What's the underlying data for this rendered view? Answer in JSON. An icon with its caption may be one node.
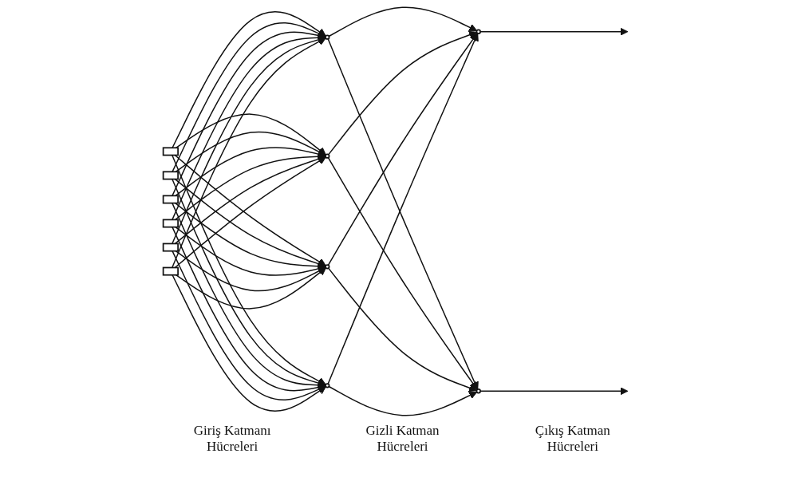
{
  "diagram": {
    "nodes": [
      {
        "text": [],
        "shape": "box"
      },
      {
        "text": [],
        "shape": "box"
      },
      {
        "text": [],
        "shape": "box"
      },
      {
        "text": [],
        "shape": "box"
      },
      {
        "text": [],
        "shape": "box"
      },
      {
        "text": [],
        "shape": "box"
      },
      {
        "text": [],
        "shape": "circle"
      },
      {
        "text": [],
        "shape": "circle"
      },
      {
        "text": [],
        "shape": "circle"
      },
      {
        "text": [],
        "shape": "circle"
      },
      {
        "text": [],
        "shape": "circle"
      },
      {
        "text": [],
        "shape": "circle"
      }
    ],
    "edges": [
      {
        "from": 0,
        "to": 6,
        "arrow": "to"
      },
      {
        "from": 0,
        "to": 7,
        "arrow": "to"
      },
      {
        "from": 0,
        "to": 8,
        "arrow": "to"
      },
      {
        "from": 0,
        "to": 9,
        "arrow": "to"
      },
      {
        "from": 1,
        "to": 6,
        "arrow": "to"
      },
      {
        "from": 1,
        "to": 7,
        "arrow": "to"
      },
      {
        "from": 1,
        "to": 8,
        "arrow": "to"
      },
      {
        "from": 1,
        "to": 9,
        "arrow": "to"
      },
      {
        "from": 2,
        "to": 6,
        "arrow": "to"
      },
      {
        "from": 2,
        "to": 7,
        "arrow": "to"
      },
      {
        "from": 2,
        "to": 8,
        "arrow": "to"
      },
      {
        "from": 2,
        "to": 9,
        "arrow": "to"
      },
      {
        "from": 3,
        "to": 6,
        "arrow": "to"
      },
      {
        "from": 3,
        "to": 7,
        "arrow": "to"
      },
      {
        "from": 3,
        "to": 8,
        "arrow": "to"
      },
      {
        "from": 3,
        "to": 9,
        "arrow": "to"
      },
      {
        "from": 4,
        "to": 6,
        "arrow": "to"
      },
      {
        "from": 4,
        "to": 7,
        "arrow": "to"
      },
      {
        "from": 4,
        "to": 8,
        "arrow": "to"
      },
      {
        "from": 4,
        "to": 9,
        "arrow": "to"
      },
      {
        "from": 5,
        "to": 6,
        "arrow": "to"
      },
      {
        "from": 5,
        "to": 7,
        "arrow": "to"
      },
      {
        "from": 5,
        "to": 8,
        "arrow": "to"
      },
      {
        "from": 5,
        "to": 9,
        "arrow": "to"
      },
      {
        "from": 6,
        "to": 10,
        "arrow": "to"
      },
      {
        "from": 6,
        "to": 11,
        "arrow": "to"
      },
      {
        "from": 7,
        "to": 10,
        "arrow": "to"
      },
      {
        "from": 7,
        "to": 11,
        "arrow": "to"
      },
      {
        "from": 8,
        "to": 10,
        "arrow": "to"
      },
      {
        "from": 8,
        "to": 11,
        "arrow": "to"
      },
      {
        "from": 9,
        "to": 10,
        "arrow": "to"
      },
      {
        "from": 9,
        "to": 11,
        "arrow": "to"
      },
      {
        "from": 10,
        "to": null,
        "arrow": "to"
      },
      {
        "from": 11,
        "to": null,
        "arrow": "to"
      }
    ],
    "labels": [
      "Giriş Katmanı Hücreleri",
      "Gizli Katman Hücreleri",
      "Çıkış Katman Hücreleri"
    ]
  }
}
